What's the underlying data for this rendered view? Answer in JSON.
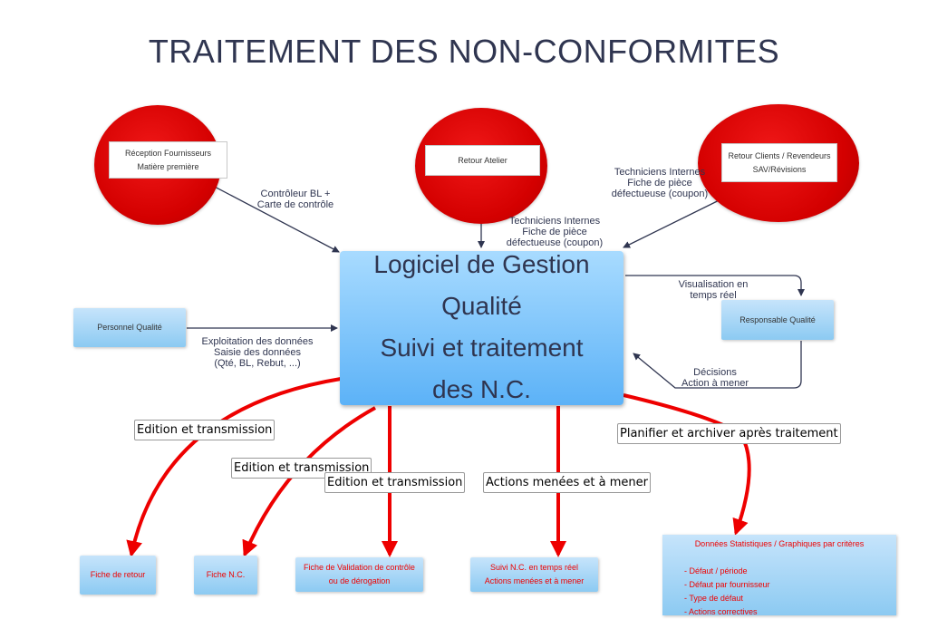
{
  "title": "TRAITEMENT DES NON-CONFORMITES",
  "sources": {
    "reception": [
      "Réception Fournisseurs",
      "Matière première"
    ],
    "atelier": "Retour Atelier",
    "clients": [
      "Retour Clients / Revendeurs",
      "SAV/Révisions"
    ]
  },
  "center": [
    "Logiciel de Gestion",
    "Qualité",
    "Suivi et traitement",
    "des N.C."
  ],
  "personnel": "Personnel Qualité",
  "responsable": "Responsable Qualité",
  "labels": {
    "controleur": [
      "Contrôleur BL +",
      "Carte de contrôle"
    ],
    "tech_clients": [
      "Techniciens Internes",
      "Fiche de pièce",
      "défectueuse (coupon)"
    ],
    "tech_atelier": [
      "Techniciens Internes",
      "Fiche de pièce",
      "défectueuse (coupon)"
    ],
    "exploitation": [
      "Exploitation des données",
      "Saisie des données",
      "(Qté, BL, Rebut, ...)"
    ],
    "visualisation": [
      "Visualisation en",
      "temps réel"
    ],
    "decisions": [
      "Décisions",
      "Action à mener"
    ]
  },
  "tags": {
    "edition1": "Edition et transmission",
    "edition2": "Edition et transmission",
    "edition3": "Edition et transmission",
    "actions": "Actions menées et à mener",
    "planifier": "Planifier et archiver après traitement"
  },
  "outputs": {
    "fiche_retour": "Fiche de retour",
    "fiche_nc": "Fiche N.C.",
    "validation": [
      "Fiche de Validation de contrôle",
      "ou de dérogation"
    ],
    "suivi": [
      "Suivi N.C. en temps réel",
      "Actions menées et à mener"
    ]
  },
  "stats": {
    "title": "Données Statistiques / Graphiques par critères",
    "items": [
      "- Défaut / période",
      "- Défaut par fournisseur",
      "- Type de défaut",
      "- Actions correctives"
    ]
  }
}
